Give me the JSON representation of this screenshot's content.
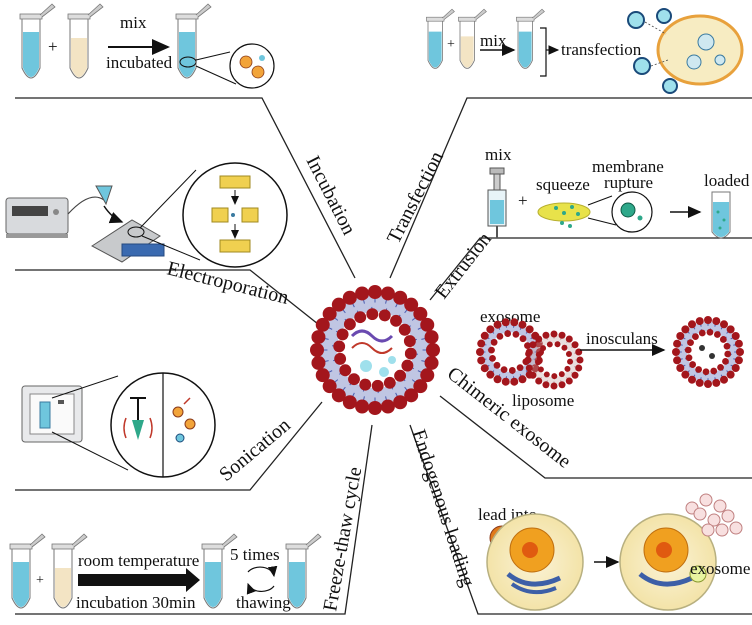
{
  "sections": {
    "incubation": {
      "label": "Incubation",
      "mix": "mix",
      "incubated": "incubated"
    },
    "transfection": {
      "label": "Transfection",
      "mix": "mix",
      "transfection": "transfection"
    },
    "extrusion": {
      "label": "Extrusion",
      "mix": "mix",
      "squeeze": "squeeze",
      "membrane": "membrane",
      "rupture": "rupture",
      "loaded": "loaded"
    },
    "electroporation": {
      "label": "Electroporation"
    },
    "chimeric": {
      "label": "Chimeric exosome",
      "exosome": "exosome",
      "inosculans": "inosculans",
      "liposome": "liposome"
    },
    "sonication": {
      "label": "Sonication"
    },
    "freeze_thaw": {
      "label": "Freeze-thaw cycle",
      "room_temperature": "room temperature",
      "incubation_30min": "incubation 30min",
      "five_times": "5 times",
      "thawing": "thawing"
    },
    "endogenous": {
      "label": "Endogenous loading",
      "lead_into": "lead into",
      "exosome": "exosome"
    }
  },
  "colors": {
    "lipid_head": "#a3161c",
    "lipid_tail": "#4a5db0",
    "tube_liquid": "#6fc6dd",
    "tube_beige": "#f3e4c4",
    "cell_fill": "#f6ecc6",
    "cell_border": "#e8a13c",
    "nucleus": "#f0a020",
    "er_blue": "#3d5fa7",
    "light_blue": "#9fe0ec",
    "teal": "#2ea88a",
    "yellow_disk": "#e8e24a",
    "orange_particle": "#e07a1a"
  }
}
